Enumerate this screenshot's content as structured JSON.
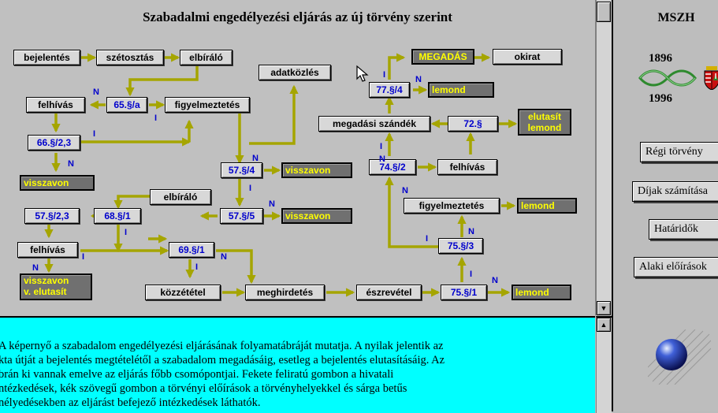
{
  "diagram": {
    "title": "Szabadalmi engedélyezési eljárás az új törvény szerint",
    "boxes": {
      "bejelentes": "bejelentés",
      "szetosztas": "szétosztás",
      "elbiralo1": "elbíráló",
      "adatkozles": "adatközlés",
      "megadas": "MEGADÁS",
      "okirat": "okirat",
      "s77_4": "77.§/4",
      "lemond1": "lemond",
      "felhivas1": "felhívás",
      "s65_a": "65.§/a",
      "figyelmeztetes1": "figyelmeztetés",
      "megadasi_szandek": "megadási szándék",
      "s72": "72.§",
      "elutasit_lemond_1": "elutasít",
      "elutasit_lemond_2": "lemond",
      "s66_2_3": "66.§/2,3",
      "s57_4": "57.§/4",
      "visszavon1": "visszavon",
      "s74_2": "74.§/2",
      "felhivas2": "felhívás",
      "visszavon2": "visszavon",
      "elbiralo2": "elbíráló",
      "figyelmeztetes2": "figyelmeztetés",
      "lemond2": "lemond",
      "s57_2_3": "57.§/2,3",
      "s68_1": "68.§/1",
      "s57_5": "57.§/5",
      "visszavon3": "visszavon",
      "felhivas3": "felhívás",
      "s69_1": "69.§/1",
      "s75_3": "75.§/3",
      "visszavon_elutasit_1": "visszavon",
      "visszavon_elutasit_2": "v. elutasít",
      "kozzetetel": "közzététel",
      "meghirdetes": "meghirdetés",
      "eszrevetel": "észrevétel",
      "s75_1": "75.§/1",
      "lemond3": "lemond"
    },
    "marks": {
      "i": "I",
      "n": "N"
    }
  },
  "description": {
    "lines": [
      "A képernyő a szabadalom engedélyezési eljárásának folyamatábráját mutatja. A nyilak jelentik az",
      "kta útját a bejelentés megtételétől a szabadalom megadásáig, esetleg a bejelentés elutasításáig. Az",
      "brán ki vannak emelve az eljárás főbb csomópontjai. Fekete feliratú gombon a hivatali",
      "ntézkedések, kék szövegű gombon a törvényi előírások a törvényhelyekkel és sárga betűs",
      "nélyedésekben az eljárást befejező intézkedések láthatók."
    ]
  },
  "side": {
    "header": "MSZH",
    "year_start": "1896",
    "year_end": "1996",
    "buttons": {
      "regi_torveny": "Régi törvény",
      "dijak": "Díjak számítása",
      "hataridok": "Határidők",
      "alaki": "Alaki előírások"
    }
  },
  "colors": {
    "arrow": "#9a9a00",
    "arrow_light": "#d6d600",
    "desc_bg": "#00ffff",
    "law_text": "#0000cc",
    "final_text": "#ffff00"
  },
  "icons": [
    "hand-cursor-icon",
    "infinity-ribbon-icon",
    "hungarian-coat-of-arms-icon",
    "globe-icon",
    "arrow-up-icon",
    "arrow-down-icon"
  ]
}
